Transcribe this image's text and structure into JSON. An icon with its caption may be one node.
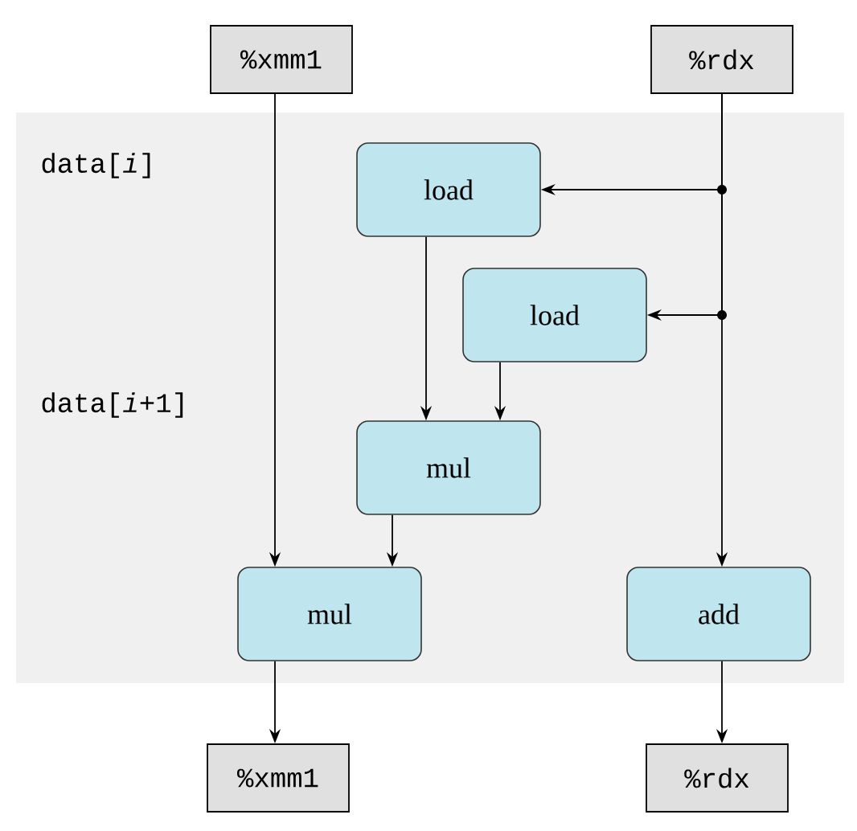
{
  "diagram": {
    "nodes": [
      {
        "text": [
          "%xmm1"
        ]
      },
      {
        "text": [
          "%rdx"
        ]
      },
      {
        "text": [
          "load"
        ]
      },
      {
        "text": [
          "load"
        ]
      },
      {
        "text": [
          "mul"
        ]
      },
      {
        "text": [
          "mul"
        ]
      },
      {
        "text": [
          "add"
        ]
      },
      {
        "text": [
          "%xmm1"
        ]
      },
      {
        "text": [
          "%rdx"
        ]
      }
    ],
    "edges": [
      {
        "from": 0,
        "to": 5,
        "arrow": "to"
      },
      {
        "from": 1,
        "to": 2,
        "arrow": "to"
      },
      {
        "from": 1,
        "to": 3,
        "arrow": "to"
      },
      {
        "from": 1,
        "to": 6,
        "arrow": "to"
      },
      {
        "from": 2,
        "to": 4,
        "arrow": "to"
      },
      {
        "from": 3,
        "to": 4,
        "arrow": "to"
      },
      {
        "from": 4,
        "to": 5,
        "arrow": "to"
      },
      {
        "from": 5,
        "to": 7,
        "arrow": "to"
      },
      {
        "from": 6,
        "to": 8,
        "arrow": "to"
      }
    ],
    "labels": [
      "data[*i*]",
      "data[*i*+1]"
    ]
  }
}
